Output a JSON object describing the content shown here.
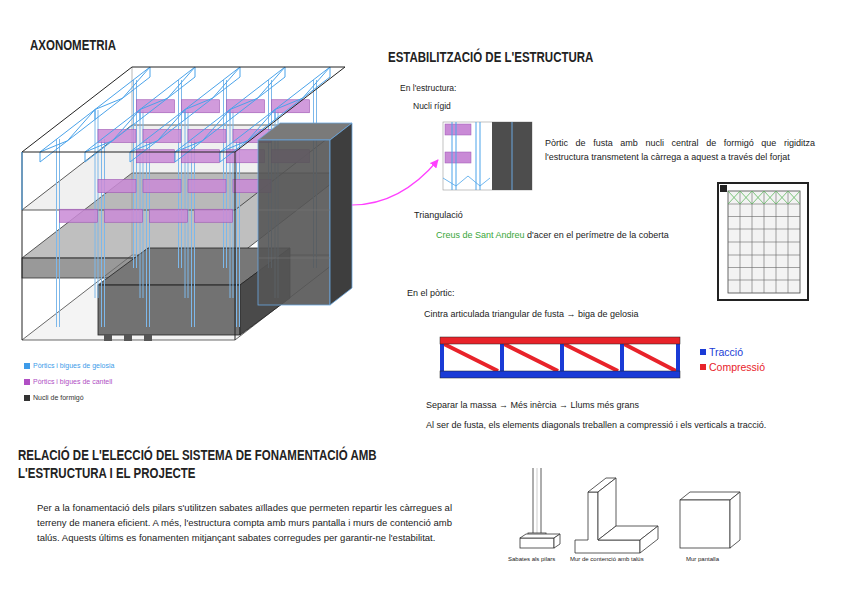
{
  "diagram": {
    "labels": [
      "AXONOMETRIA",
      "ESTABILITZACIÓ DE L'ESTRUCTURA",
      "En l'estructura:",
      "Nucli rígid",
      "Pòrtic de fusta amb nucli central de formigó que rigiditza l'estructura transmetent la càrrega a aquest a través del forjat",
      "Triangulació",
      "Creus de Sant Andreu",
      "d'acer en el perímetre de la coberta",
      "En el pòrtic:",
      "Cintra articulada triangular de fusta → biga de gelosia",
      "Separar la massa → Més inèrcia → Llums més grans",
      "Al ser de fusta, els elements diagonals treballen a compressió i els verticals a tracció.",
      "RELACIÓ DE L'ELECCIÓ DEL SISTEMA DE FONAMENTACIÓ AMB L'ESTRUCTURA I EL PROJECTE",
      "Per a la fonamentació dels pilars s'utilitzen sabates aïllades que permeten repartir les càrregues al terreny de manera eficient. A més, l'estructura compta amb murs pantalla i murs de contenció amb talús. Aquests últims es fonamenten mitjançant sabates corregudes per garantir-ne l'estabilitat.",
      "Sabates als pilars",
      "Mur de contenció amb talús",
      "Mur pantalla"
    ],
    "legend": [
      {
        "text": "Pòrtics i bigues de gelosia",
        "color": "#3d9be9"
      },
      {
        "text": "Pòrtics i bigues de cantell",
        "color": "#b04fc4"
      },
      {
        "text": "Nucli de formigó",
        "color": "#333333"
      },
      {
        "text": "Tracció",
        "color": "#1a3bd6"
      },
      {
        "text": "Compressió",
        "color": "#e8232a"
      }
    ]
  }
}
